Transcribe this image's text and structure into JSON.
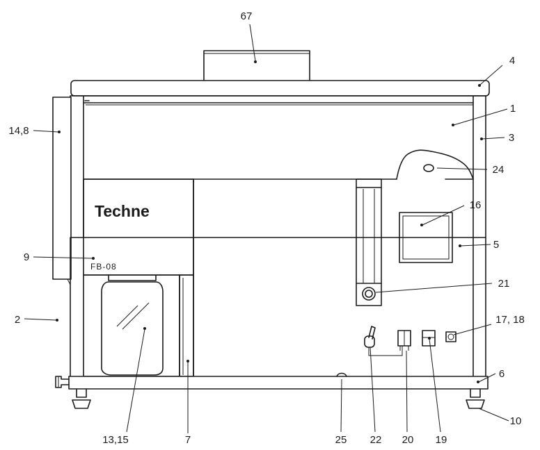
{
  "diagram": {
    "brand_label": "Techne",
    "model_label": "FB-08",
    "callouts": [
      {
        "id": "c67",
        "text": "67"
      },
      {
        "id": "c4",
        "text": "4"
      },
      {
        "id": "c1",
        "text": "1"
      },
      {
        "id": "c3",
        "text": "3"
      },
      {
        "id": "c148",
        "text": "14,8"
      },
      {
        "id": "c24",
        "text": "24"
      },
      {
        "id": "c16",
        "text": "16"
      },
      {
        "id": "c5",
        "text": "5"
      },
      {
        "id": "c9",
        "text": "9"
      },
      {
        "id": "c21",
        "text": "21"
      },
      {
        "id": "c2",
        "text": "2"
      },
      {
        "id": "c1718",
        "text": "17, 18"
      },
      {
        "id": "c6",
        "text": "6"
      },
      {
        "id": "c10",
        "text": "10"
      },
      {
        "id": "c1315",
        "text": "13,15"
      },
      {
        "id": "c7",
        "text": "7"
      },
      {
        "id": "c25",
        "text": "25"
      },
      {
        "id": "c22",
        "text": "22"
      },
      {
        "id": "c20",
        "text": "20"
      },
      {
        "id": "c19",
        "text": "19"
      }
    ]
  }
}
